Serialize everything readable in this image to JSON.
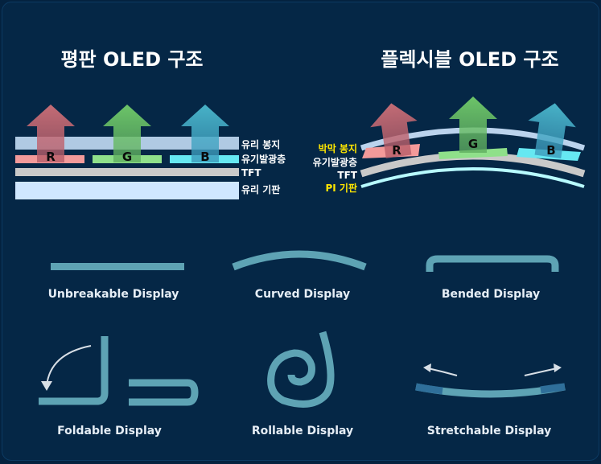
{
  "flat": {
    "title": "평판 OLED 구조",
    "letters": {
      "r": "R",
      "g": "G",
      "b": "B"
    },
    "labels": {
      "encap": "유리 봉지",
      "emission": "유기발광층",
      "tft": "TFT",
      "substrate": "유리 기판"
    }
  },
  "flexible": {
    "title": "플렉시블 OLED 구조",
    "letters": {
      "r": "R",
      "g": "G",
      "b": "B"
    },
    "labels": {
      "encap": "박막 봉지",
      "emission": "유기발광층",
      "tft": "TFT",
      "substrate": "PI 기판"
    }
  },
  "displays": {
    "unbreakable": "Unbreakable Display",
    "curved": "Curved Display",
    "bended": "Bended Display",
    "foldable": "Foldable Display",
    "rollable": "Rollable Display",
    "stretchable": "Stretchable Display"
  },
  "colors": {
    "background": "#052746",
    "red": "#f08a8a",
    "green": "#7ed87e",
    "blue": "#5ee6f0",
    "teal": "#5ea3b4",
    "highlight": "#ffe600"
  }
}
